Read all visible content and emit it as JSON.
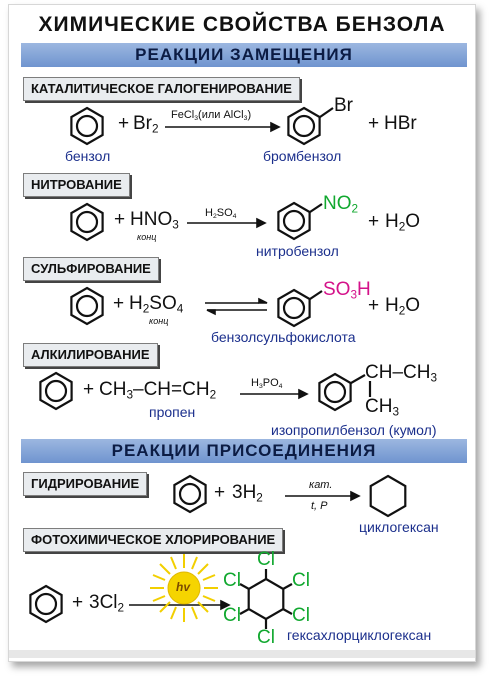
{
  "title": "ХИМИЧЕСКИЕ СВОЙСТВА БЕНЗОЛА",
  "sections": {
    "substitution": "РЕАКЦИИ ЗАМЕЩЕНИЯ",
    "addition": "РЕАКЦИИ ПРИСОЕДИНЕНИЯ"
  },
  "reactions": {
    "halogenation": {
      "heading": "КАТАЛИТИЧЕСКОЕ ГАЛОГЕНИРОВАНИЕ",
      "plus1": "+",
      "reagent": "Br",
      "reagent_sub": "2",
      "cond_a": "FeCl",
      "cond_a_sub": "3",
      "cond_b": "(или AlCl",
      "cond_b_sub": "3",
      "cond_c": ")",
      "substituent": "Br",
      "plus2": "+",
      "byproduct": "HBr",
      "reactant_name": "бензол",
      "product_name": "бромбензол"
    },
    "nitration": {
      "heading": "НИТРОВАНИЕ",
      "plus1": "+",
      "reagent": "HNO",
      "reagent_sub": "3",
      "reagent_note": "конц",
      "cond": "H",
      "cond_sub1": "2",
      "cond_mid": "SO",
      "cond_sub2": "4",
      "substituent": "NO",
      "substituent_sub": "2",
      "plus2": "+",
      "byproduct": "H",
      "byproduct_sub": "2",
      "byproduct_tail": "O",
      "product_name": "нитробензол"
    },
    "sulfonation": {
      "heading": "СУЛЬФИРОВАНИЕ",
      "plus1": "+",
      "reagent": "H",
      "reagent_sub1": "2",
      "reagent_mid": "SO",
      "reagent_sub2": "4",
      "reagent_note": "конц",
      "substituent": "SO",
      "substituent_sub": "3",
      "substituent_tail": "H",
      "plus2": "+",
      "byproduct": "H",
      "byproduct_sub": "2",
      "byproduct_tail": "O",
      "product_name": "бензолсульфокислота"
    },
    "alkylation": {
      "heading": "АЛКИЛИРОВАНИЕ",
      "plus1": "+",
      "reagent_a": "CH",
      "reagent_a_sub": "3",
      "reagent_b": "–CH=CH",
      "reagent_b_sub": "2",
      "cond": "H",
      "cond_sub1": "3",
      "cond_mid": "PO",
      "cond_sub2": "4",
      "chain_ch": "CH–CH",
      "chain_ch_sub": "3",
      "chain_ch3": "CH",
      "chain_ch3_sub": "3",
      "reagent_name": "пропен",
      "product_name": "изопропилбензол (кумол)"
    },
    "hydrogenation": {
      "heading": "ГИДРИРОВАНИЕ",
      "plus1": "+",
      "reagent": "3H",
      "reagent_sub": "2",
      "cond_top": "кат.",
      "cond_bottom": "t, P",
      "product_name": "циклогексан"
    },
    "photochlorination": {
      "heading": "ФОТОХИМИЧЕСКОЕ ХЛОРИРОВАНИЕ",
      "plus1": "+",
      "reagent": "3Cl",
      "reagent_sub": "2",
      "light": "hv",
      "cl": "Cl",
      "product_name": "гексахлорциклогексан"
    }
  },
  "colors": {
    "band": "#7b9fd6",
    "blue_text": "#1b2f8c",
    "green": "#11a82f",
    "pink": "#d4128a",
    "sun": "#f5d400"
  }
}
